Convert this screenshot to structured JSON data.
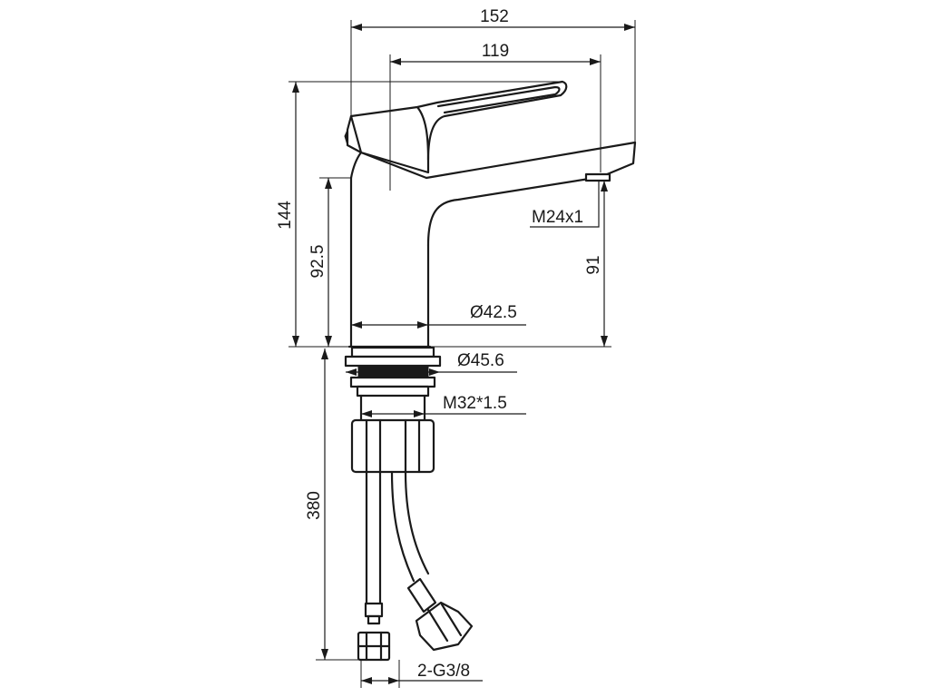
{
  "dimensions": {
    "overall_length": "152",
    "spout_length": "119",
    "overall_height": "144",
    "body_height": "92.5",
    "spout_height": "91",
    "aerator_thread": "M24x1",
    "body_diameter": "Ø42.5",
    "base_diameter": "Ø45.6",
    "mount_thread": "M32*1.5",
    "hose_length": "380",
    "hose_connection": "2-G3/8"
  }
}
